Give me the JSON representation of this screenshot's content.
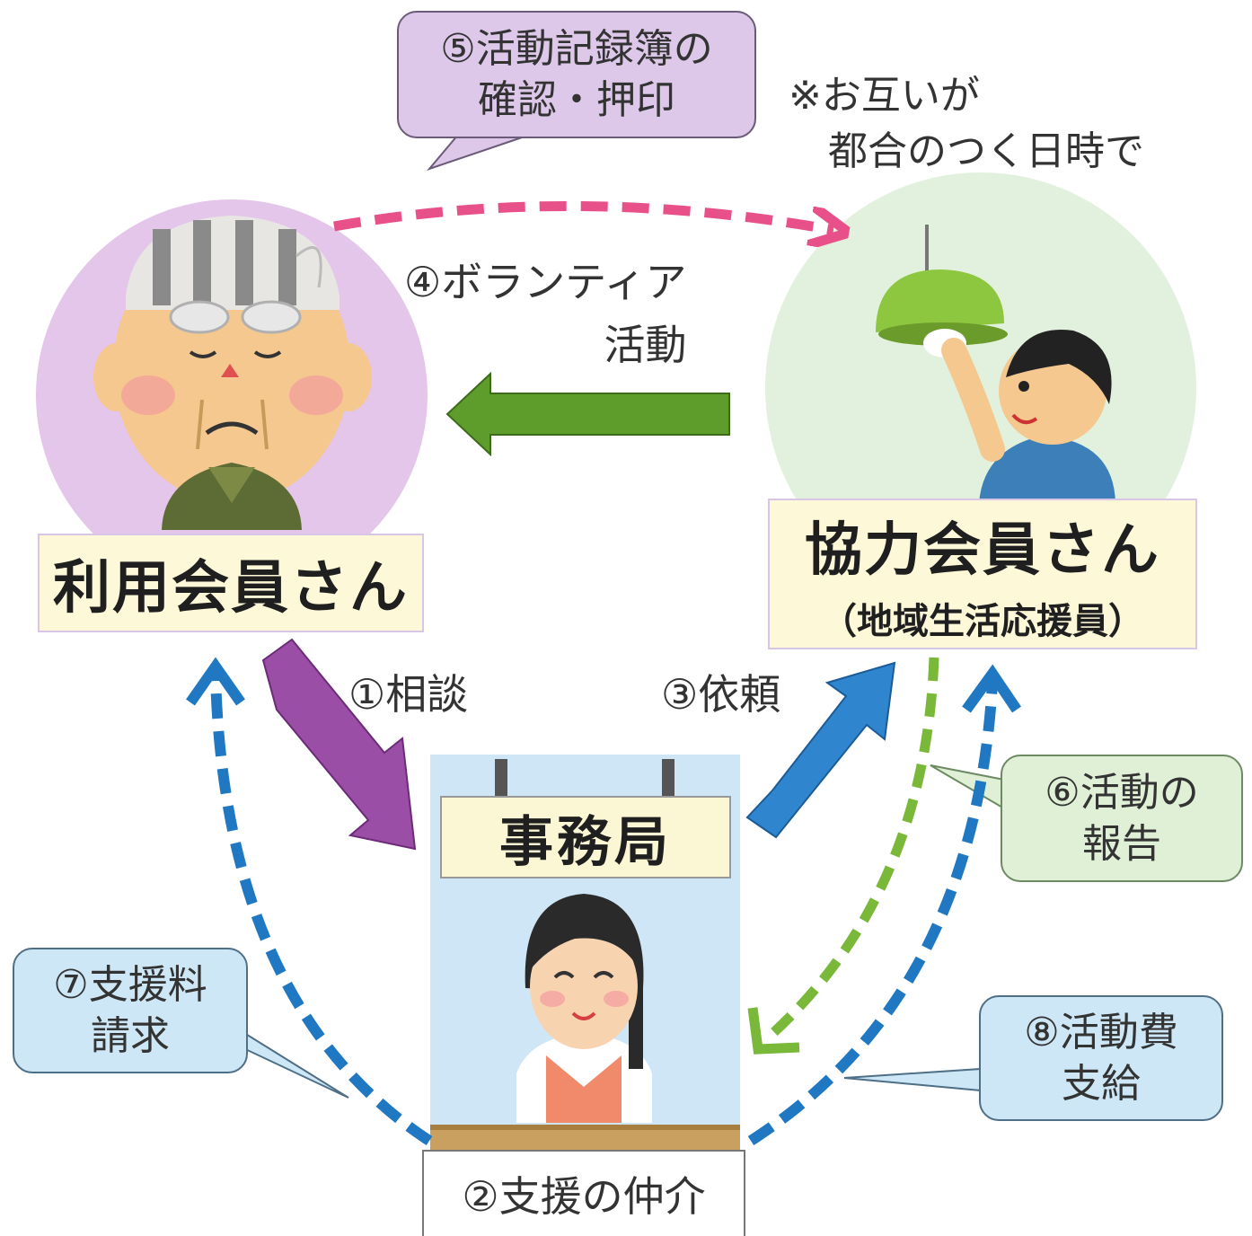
{
  "notes": {
    "timing": [
      "※お互いが",
      "都合のつく日時で"
    ]
  },
  "bubbles": {
    "record_check": [
      "⑤活動記録簿の",
      "確認・押印"
    ],
    "activity_report": [
      "⑥活動の",
      "報告"
    ],
    "fee_billing": [
      "⑦支援料",
      "請求"
    ],
    "expense_payment": [
      "⑧活動費",
      "支給"
    ]
  },
  "steps": {
    "consultation": "①相談",
    "request": "③依頼",
    "volunteer_activity": [
      "④ボランティア",
      "活動"
    ]
  },
  "nodes": {
    "user_member": {
      "label": "利用会員さん"
    },
    "cooperating_member": {
      "label": "協力会員さん",
      "sublabel": "（地域生活応援員）"
    },
    "office": {
      "label": "事務局",
      "caption": "②支援の仲介"
    }
  },
  "colors": {
    "purple": "#9b4ea6",
    "green": "#5e9c2c",
    "blue": "#2f86cf",
    "pink_dash": "#e8508a",
    "blue_dash": "#1f78c1",
    "green_dash": "#7ab83a"
  }
}
